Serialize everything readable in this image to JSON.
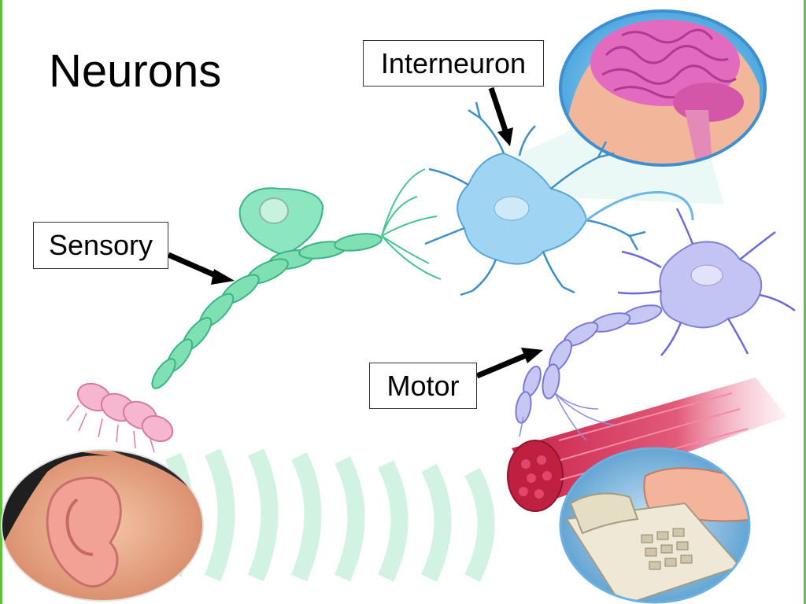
{
  "slide": {
    "title": "Neurons"
  },
  "labels": {
    "interneuron": "Interneuron",
    "sensory": "Sensory",
    "motor": "Motor"
  },
  "colors": {
    "sensory_neuron": "#5ed6a0",
    "interneuron": "#7ec8ee",
    "motor_neuron": "#a9a9ee",
    "sound_waves": "#c8f0dc",
    "slide_edge": "#5fc23a"
  }
}
